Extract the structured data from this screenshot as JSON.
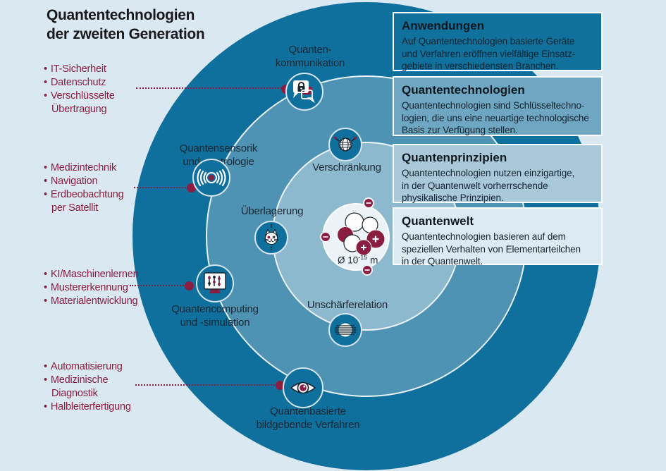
{
  "title": {
    "line1": "Quantentechnologien",
    "line2": "der zweiten Generation"
  },
  "glyphs": {
    "bullet": "•"
  },
  "side_lists": [
    {
      "items": [
        {
          "t": "IT-Sicherheit"
        },
        {
          "t": "Datenschutz"
        },
        {
          "t": "Verschlüsselte"
        },
        {
          "t": "Übertragung",
          "cont": true
        }
      ]
    },
    {
      "items": [
        {
          "t": "Medizintechnik"
        },
        {
          "t": "Navigation"
        },
        {
          "t": "Erdbeobachtung"
        },
        {
          "t": "per Satellit",
          "cont": true
        }
      ]
    },
    {
      "items": [
        {
          "t": "KI/Maschinenlernen"
        },
        {
          "t": "Mustererkennung"
        },
        {
          "t": "Materialentwicklung"
        }
      ]
    },
    {
      "items": [
        {
          "t": "Automatisierung"
        },
        {
          "t": "Medizinische"
        },
        {
          "t": "Diagnostik",
          "cont": true
        },
        {
          "t": "Halbleiterfertigung"
        }
      ]
    }
  ],
  "nodes": {
    "communication": {
      "line1": "Quanten-",
      "line2": "kommunikation"
    },
    "sensing": {
      "line1": "Quantensensorik",
      "line2": "und -metrologie"
    },
    "computing": {
      "line1": "Quantencomputing",
      "line2": "und -simulation"
    },
    "imaging": {
      "line1": "Quantenbasierte",
      "line2": "bildgebende Verfahren"
    },
    "entanglement": {
      "label": "Verschränkung"
    },
    "superposition": {
      "label": "Überlagerung"
    },
    "uncertainty": {
      "label": "Unschärferelation"
    }
  },
  "center": {
    "prefix": "Ø 10",
    "sup": "-15",
    "unit": "m"
  },
  "boxes": [
    {
      "title": "Anwendungen",
      "lines": [
        "Auf Quantentechnologien basierte Geräte",
        "und Verfahren eröffnen vielfältige Einsatz-",
        "gebiete in verschiedensten Branchen."
      ]
    },
    {
      "title": "Quantentechnologien",
      "lines": [
        "Quantentechnologien sind Schlüsseltechno-",
        "logien, die uns eine neuartige technologische",
        "Basis zur Verfügung stellen."
      ]
    },
    {
      "title": "Quantenprinzipien",
      "lines": [
        "Quantentechnologien nutzen einzigartige,",
        "in der Quantenwelt vorherrschende",
        "physikalische Prinzipien."
      ]
    },
    {
      "title": "Quantenwelt",
      "lines": [
        "Quantentechnologien basieren auf dem",
        "speziellen Verhalten von Elementarteilchen",
        "in der Quantenwelt."
      ]
    }
  ],
  "colors": {
    "background": "#d9e8f1",
    "ring_outer": "#0f709d",
    "ring_technologien": "#4e93b4",
    "ring_prinzipien": "#8cb9ce",
    "circle_quantenwelt": "#ecf3f8",
    "box_anwendungen": "#10719c",
    "box_technologien": "#6fa6c1",
    "box_prinzipien": "#a9c9d9",
    "box_quantenwelt": "#dcebf2",
    "accent_red": "#8b1d40",
    "text_dark": "#122330"
  }
}
